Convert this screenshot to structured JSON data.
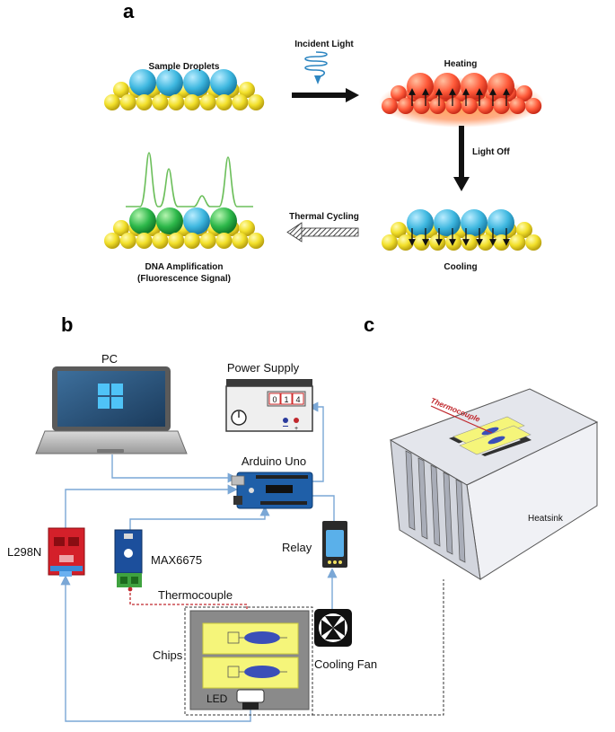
{
  "panels": {
    "a": "a",
    "b": "b",
    "c": "c"
  },
  "panel_a": {
    "sample_droplets": "Sample Droplets",
    "incident_light": "Incident Light",
    "heating": "Heating",
    "light_off": "Light Off",
    "thermal_cycling": "Thermal Cycling",
    "cooling": "Cooling",
    "dna_amplification": "DNA Amplification",
    "fluorescence_signal": "(Fluorescence Signal)"
  },
  "panel_b": {
    "pc": "PC",
    "power_supply": "Power Supply",
    "display": [
      "0",
      "1",
      "4"
    ],
    "arduino": "Arduino Uno",
    "l298n": "L298N",
    "max6675": "MAX6675",
    "relay": "Relay",
    "thermocouple": "Thermocouple",
    "chips": "Chips",
    "led": "LED",
    "cooling_fan": "Cooling Fan"
  },
  "panel_c": {
    "thermocouple": "Thermocouple",
    "heatsink": "Heatsink"
  },
  "colors": {
    "droplet_blue": "#3fb8e0",
    "droplet_green": "#2db84a",
    "droplet_hot": "#ff5a3a",
    "gold": "#f2e02a",
    "wire_blue": "#7aa7d6",
    "thermo_red": "#c0282d",
    "chip_yellow": "#f5f57a"
  }
}
